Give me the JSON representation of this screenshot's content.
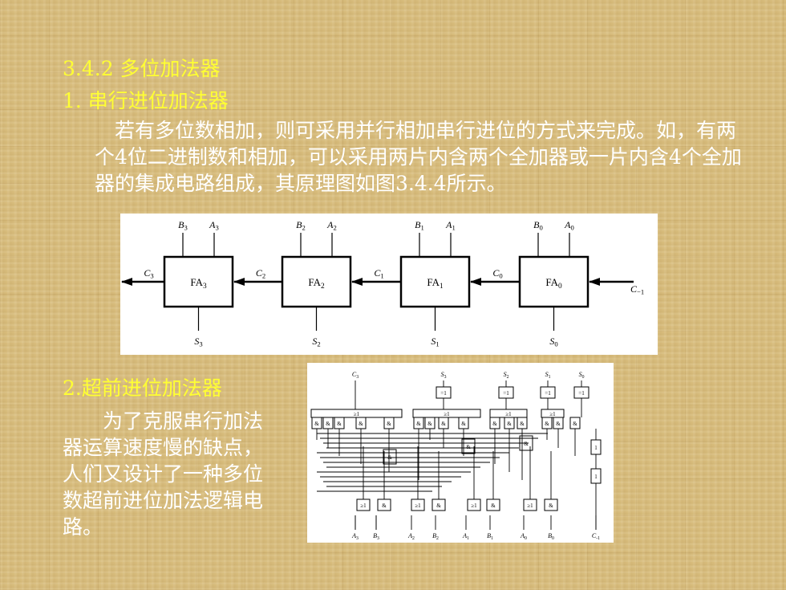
{
  "section_title": "3.4.2  多位加法器",
  "sub1_title": "1. 串行进位加法器",
  "sub1_text": "若有多位数相加，则可采用并行相加串行进位的方式来完成。如，有两个4位二进制数和相加，可以采用两片内含两个全加器或一片内含4个全加器的集成电路组成，其原理图如图3.4.4所示。",
  "sub2_title": "2.超前进位加法器",
  "sub2_text": "为了克服串行加法器运算速度慢的缺点，人们又设计了一种多位数超前进位加法逻辑电路。",
  "colors": {
    "heading": "#ffff33",
    "body_text": "#ffffff",
    "background": "#d9be7e"
  },
  "ripple_diagram": {
    "adders": [
      {
        "name": "FA",
        "sub": "3",
        "in_b": "B",
        "in_b_sub": "3",
        "in_a": "A",
        "in_a_sub": "3",
        "sum": "S",
        "sum_sub": "3",
        "carry_out": "C",
        "carry_out_sub": "3"
      },
      {
        "name": "FA",
        "sub": "2",
        "in_b": "B",
        "in_b_sub": "2",
        "in_a": "A",
        "in_a_sub": "2",
        "sum": "S",
        "sum_sub": "2",
        "carry_out": "C",
        "carry_out_sub": "2"
      },
      {
        "name": "FA",
        "sub": "1",
        "in_b": "B",
        "in_b_sub": "1",
        "in_a": "A",
        "in_a_sub": "1",
        "sum": "S",
        "sum_sub": "1",
        "carry_out": "C",
        "carry_out_sub": "1"
      },
      {
        "name": "FA",
        "sub": "0",
        "in_b": "B",
        "in_b_sub": "0",
        "in_a": "A",
        "in_a_sub": "0",
        "sum": "S",
        "sum_sub": "0",
        "carry_out": "C",
        "carry_out_sub": "0"
      }
    ],
    "carry_in": "C",
    "carry_in_sub": "−1"
  },
  "lookahead_diagram": {
    "outputs": [
      {
        "label": "C",
        "sub": "3"
      },
      {
        "label": "S",
        "sub": "3"
      },
      {
        "label": "S",
        "sub": "2"
      },
      {
        "label": "S",
        "sub": "1"
      },
      {
        "label": "S",
        "sub": "0"
      }
    ],
    "xor_label": "=1",
    "or_label": "≥1",
    "and_label": "&",
    "not_label": "1",
    "inputs": [
      {
        "label": "A",
        "sub": "3"
      },
      {
        "label": "B",
        "sub": "3"
      },
      {
        "label": "A",
        "sub": "2"
      },
      {
        "label": "B",
        "sub": "2"
      },
      {
        "label": "A",
        "sub": "1"
      },
      {
        "label": "B",
        "sub": "1"
      },
      {
        "label": "A",
        "sub": "0"
      },
      {
        "label": "B",
        "sub": "0"
      },
      {
        "label": "C",
        "sub": "-1"
      }
    ]
  }
}
